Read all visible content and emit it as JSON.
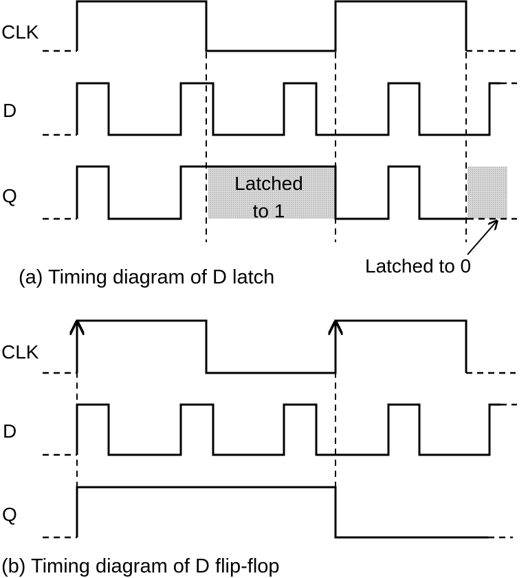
{
  "latch": {
    "clk_label": "CLK",
    "d_label": "D",
    "q_label": "Q",
    "shade_label_line1": "Latched",
    "shade_label_line2": "to 1",
    "latched_zero_label": "Latched to 0",
    "caption": "(a) Timing diagram of D latch"
  },
  "flipflop": {
    "clk_label": "CLK",
    "d_label": "D",
    "q_label": "Q",
    "caption": "(b) Timing diagram of D flip-flop"
  },
  "colors": {
    "line": "#000000",
    "shade": "#c8c8c8",
    "background": "#ffffff"
  }
}
